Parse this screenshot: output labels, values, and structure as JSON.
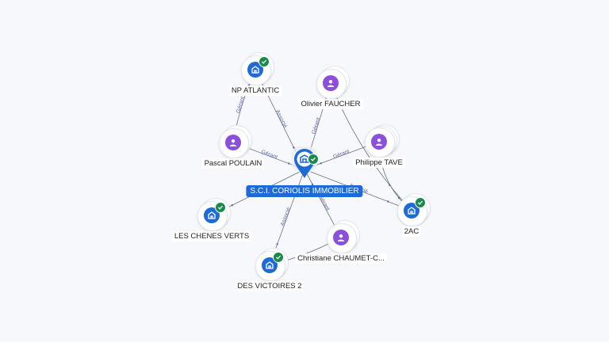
{
  "center": {
    "name": "S.C.I. CORIOLIS IMMOBILIER",
    "type": "company",
    "verified": true
  },
  "nodes": [
    {
      "id": "np-atlantic",
      "name": "NP ATLANTIC",
      "type": "company",
      "verified": true
    },
    {
      "id": "olivier-faucher",
      "name": "Olivier FAUCHER",
      "type": "person",
      "verified": false
    },
    {
      "id": "pascal-poulain",
      "name": "Pascal POULAIN",
      "type": "person",
      "verified": false
    },
    {
      "id": "philippe-tave",
      "name": "Philippe TAVE",
      "type": "person",
      "verified": false
    },
    {
      "id": "les-chenes-verts",
      "name": "LES CHENES VERTS",
      "type": "company",
      "verified": true
    },
    {
      "id": "2ac",
      "name": "2AC",
      "type": "company",
      "verified": true
    },
    {
      "id": "christiane-chaumet",
      "name": "Christiane CHAUMET-C...",
      "type": "person",
      "verified": false
    },
    {
      "id": "des-victoires-2",
      "name": "DES VICTOIRES 2",
      "type": "company",
      "verified": true
    }
  ],
  "edges": [
    {
      "from": "np-atlantic",
      "to": "center",
      "label": "Associé"
    },
    {
      "from": "pascal-poulain",
      "to": "np-atlantic",
      "label": "Gérant"
    },
    {
      "from": "olivier-faucher",
      "to": "center",
      "label": "Gérant"
    },
    {
      "from": "pascal-poulain",
      "to": "center",
      "label": "Gérant"
    },
    {
      "from": "philippe-tave",
      "to": "center",
      "label": "Gérant"
    },
    {
      "from": "olivier-faucher",
      "to": "2ac",
      "label": ""
    },
    {
      "from": "philippe-tave",
      "to": "2ac",
      "label": ""
    },
    {
      "from": "center",
      "to": "2ac",
      "label": "Associé"
    },
    {
      "from": "center",
      "to": "les-chenes-verts",
      "label": ""
    },
    {
      "from": "center",
      "to": "des-victoires-2",
      "label": "Associé"
    },
    {
      "from": "christiane-chaumet",
      "to": "center",
      "label": "Gérant"
    },
    {
      "from": "christiane-chaumet",
      "to": "des-victoires-2",
      "label": ""
    }
  ],
  "colors": {
    "company": "#1e6ad6",
    "person": "#8a4fdc",
    "verified": "#1a8a4a",
    "edge": "#6b7280",
    "edge_label": "#5b6aa8"
  }
}
